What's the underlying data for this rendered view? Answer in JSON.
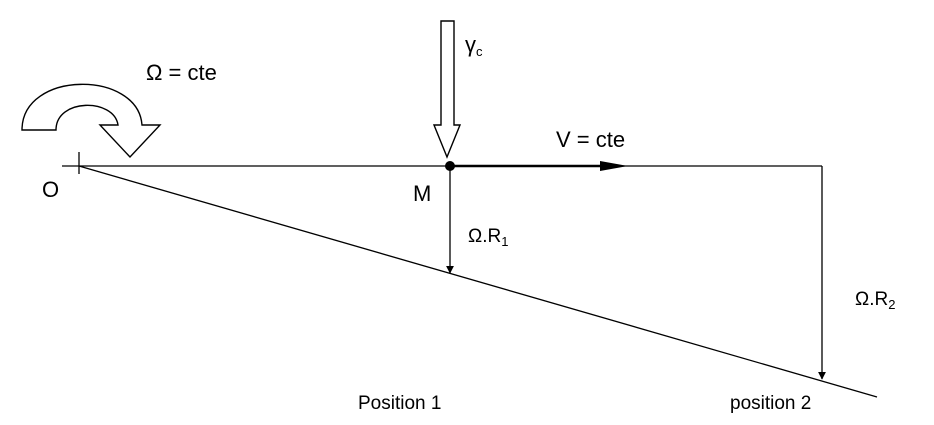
{
  "labels": {
    "origin": "O",
    "point": "M",
    "omega_const": "Ω = cte",
    "gamma": "γ",
    "gamma_sub": "c",
    "velocity": "V = cte",
    "omega_r1": "Ω.R",
    "omega_r1_sub": "1",
    "omega_r2": "Ω.R",
    "omega_r2_sub": "2",
    "position1": "Position 1",
    "position2": "position 2"
  }
}
